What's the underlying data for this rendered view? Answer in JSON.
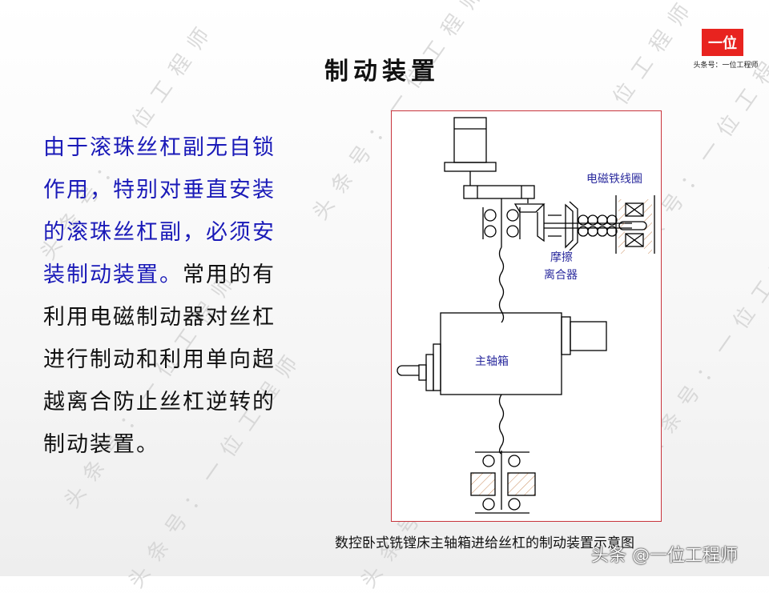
{
  "slide": {
    "title": "制动装置",
    "logo": {
      "mark": "一位",
      "subtitle": "头条号：一位工程师",
      "color": "#e8231f"
    },
    "watermark_text": "头条号：一位工程师",
    "body": {
      "highlight_lines": [
        "由于滚珠丝杠副无自锁",
        "作用，特别对垂直安装",
        "的滚珠丝杠副，必须安",
        "装制动装置。"
      ],
      "normal_lines": [
        "常用的有",
        "利用电磁制动器对丝杠",
        "进行制动和利用单向超",
        "越离合防止丝杠逆转的",
        "制动装置。"
      ],
      "highlight_color": "#1a1ab8",
      "normal_color": "#111111"
    },
    "diagram": {
      "labels": {
        "electromagnet_coil": "电磁铁线圈",
        "friction": "摩擦",
        "clutch": "离合器",
        "spindle_box": "主轴箱"
      },
      "border_color": "#c8343c"
    },
    "caption": "数控卧式铣镗床主轴箱进给丝杠的制动装置示意图",
    "source_watermark": "头条 @一位工程师"
  }
}
